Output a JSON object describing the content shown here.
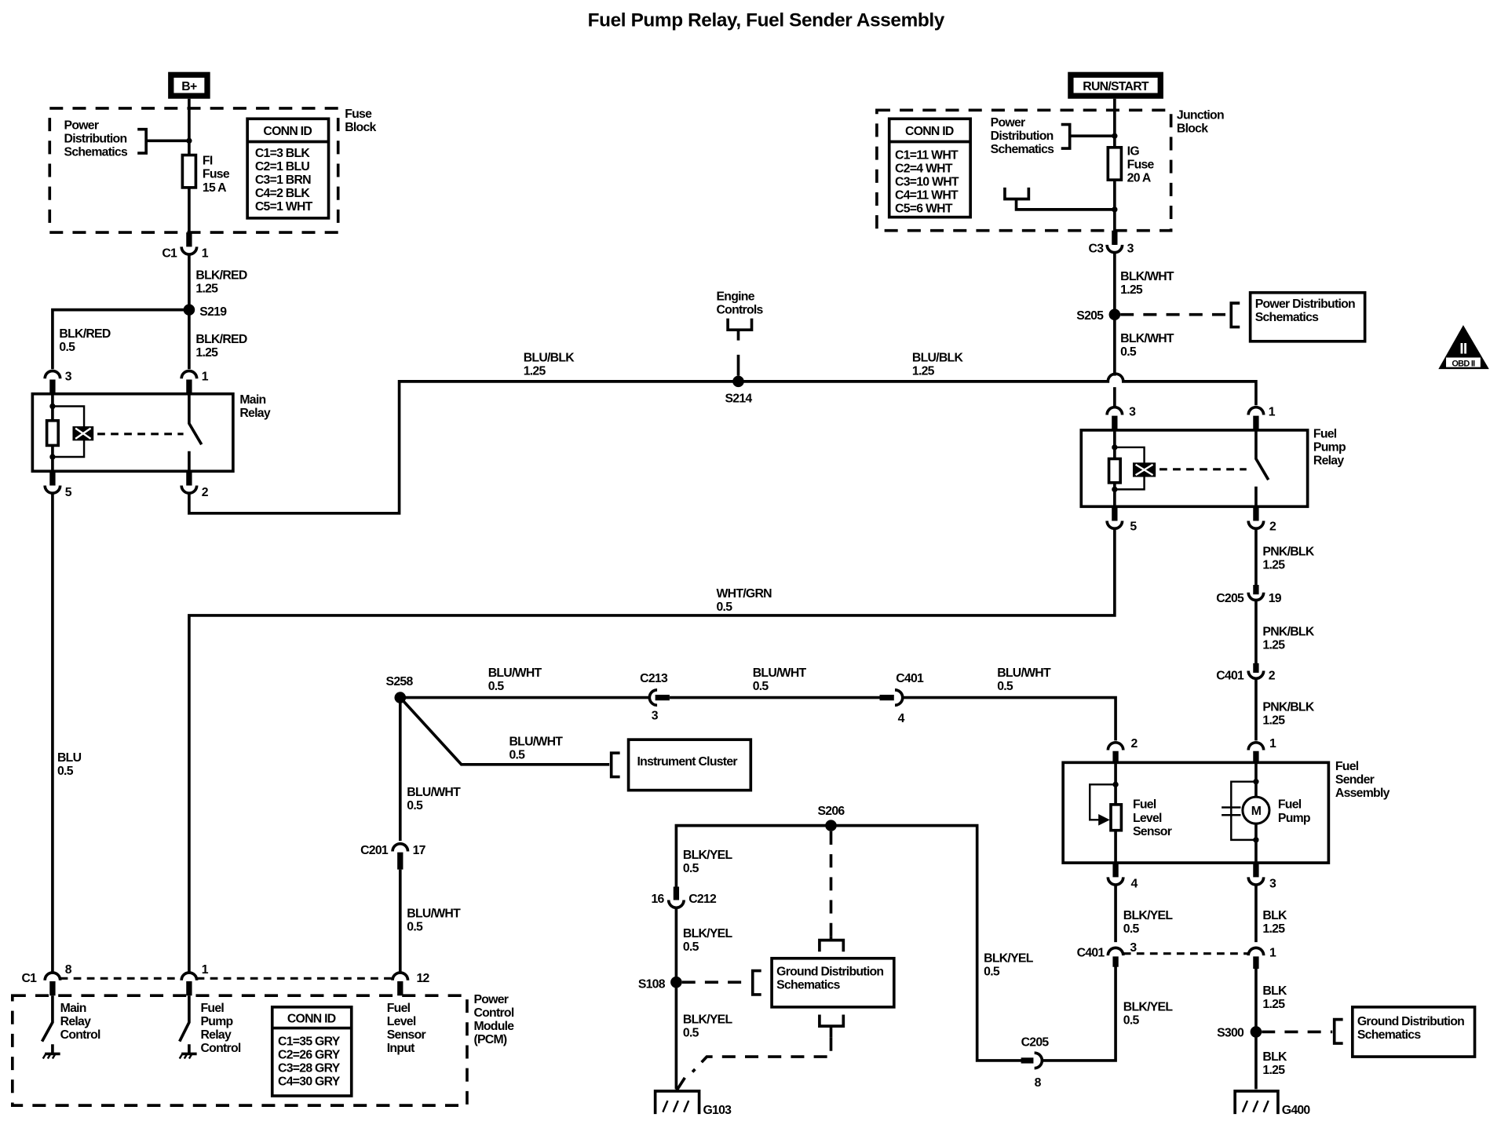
{
  "title": "Fuel Pump Relay, Fuel Sender Assembly",
  "power_sources": {
    "b_plus": "B+",
    "run_start": "RUN/START"
  },
  "fuse_block": {
    "label": [
      "Fuse",
      "Block"
    ],
    "power_dist": [
      "Power",
      "Distribution",
      "Schematics"
    ],
    "fuse": [
      "FI",
      "Fuse",
      "15 A"
    ],
    "conn_id_title": "CONN ID",
    "conn_ids": [
      "C1=3 BLK",
      "C2=1 BLU",
      "C3=1 BRN",
      "C4=2 BLK",
      "C5=1 WHT"
    ]
  },
  "junction_block": {
    "label": [
      "Junction",
      "Block"
    ],
    "power_dist": [
      "Power",
      "Distribution",
      "Schematics"
    ],
    "fuse": [
      "IG",
      "Fuse",
      "20 A"
    ],
    "conn_id_title": "CONN ID",
    "conn_ids": [
      "C1=11 WHT",
      "C2=4 WHT",
      "C3=10 WHT",
      "C4=11 WHT",
      "C5=6 WHT"
    ]
  },
  "pcm": {
    "label": [
      "Power",
      "Control",
      "Module",
      "(PCM)"
    ],
    "main_relay_control": [
      "Main",
      "Relay",
      "Control"
    ],
    "fuel_pump_relay_control": [
      "Fuel",
      "Pump",
      "Relay",
      "Control"
    ],
    "fuel_level_sensor_input": [
      "Fuel",
      "Level",
      "Sensor",
      "Input"
    ],
    "conn_id_title": "CONN ID",
    "conn_ids": [
      "C1=35 GRY",
      "C2=26 GRY",
      "C3=28 GRY",
      "C4=30 GRY"
    ]
  },
  "components": {
    "main_relay": [
      "Main",
      "Relay"
    ],
    "fuel_pump_relay": [
      "Fuel",
      "Pump",
      "Relay"
    ],
    "fuel_sender": [
      "Fuel",
      "Sender",
      "Assembly"
    ],
    "fuel_level_sensor": [
      "Fuel",
      "Level",
      "Sensor"
    ],
    "fuel_pump": [
      "Fuel",
      "Pump"
    ],
    "motor_symbol": "M",
    "instrument_cluster": "Instrument Cluster",
    "engine_controls": [
      "Engine",
      "Controls"
    ],
    "power_dist_box": [
      "Power Distribution",
      "Schematics"
    ],
    "ground_dist_box": [
      "Ground Distribution",
      "Schematics"
    ],
    "obd_badge": [
      "II",
      "OBD II"
    ]
  },
  "connectors": {
    "c1_top": {
      "name": "C1",
      "pin": "1"
    },
    "c3_top": {
      "name": "C3",
      "pin": "3"
    },
    "main_relay_pins": [
      "3",
      "1",
      "5",
      "2"
    ],
    "fp_relay_pins": [
      "3",
      "1",
      "5",
      "2"
    ],
    "c205_a": {
      "name": "C205",
      "pin": "19"
    },
    "c401_a": {
      "name": "C401",
      "pin": "2"
    },
    "c213": {
      "name": "C213",
      "pin": "3"
    },
    "c401_b": {
      "name": "C401",
      "pin": "4"
    },
    "sender_pins": [
      "2",
      "1",
      "4",
      "3"
    ],
    "c201": {
      "name": "C201",
      "pin": "17"
    },
    "c212": {
      "name": "C212",
      "pin": "16"
    },
    "c401_c": {
      "name": "C401",
      "pins": [
        "3",
        "1"
      ]
    },
    "c205_b": {
      "name": "C205",
      "pin": "8"
    },
    "pcm_c1": {
      "name": "C1",
      "pins": [
        "8",
        "1",
        "12"
      ]
    }
  },
  "splices": {
    "s219": "S219",
    "s205": "S205",
    "s214": "S214",
    "s258": "S258",
    "s206": "S206",
    "s108": "S108",
    "s300": "S300"
  },
  "grounds": {
    "g103": "G103",
    "g400": "G400"
  },
  "wires": {
    "blk_red_125": [
      "BLK/RED",
      "1.25"
    ],
    "blk_red_05": [
      "BLK/RED",
      "0.5"
    ],
    "blk_red_125b": [
      "BLK/RED",
      "1.25"
    ],
    "blu_blk_left": [
      "BLU/BLK",
      "1.25"
    ],
    "blu_blk_right": [
      "BLU/BLK",
      "1.25"
    ],
    "blk_wht_125": [
      "BLK/WHT",
      "1.25"
    ],
    "blk_wht_05": [
      "BLK/WHT",
      "0.5"
    ],
    "pnk_blk_1": [
      "PNK/BLK",
      "1.25"
    ],
    "pnk_blk_2": [
      "PNK/BLK",
      "1.25"
    ],
    "pnk_blk_3": [
      "PNK/BLK",
      "1.25"
    ],
    "wht_grn": [
      "WHT/GRN",
      "0.5"
    ],
    "blu": [
      "BLU",
      "0.5"
    ],
    "blu_wht_1": [
      "BLU/WHT",
      "0.5"
    ],
    "blu_wht_2": [
      "BLU/WHT",
      "0.5"
    ],
    "blu_wht_3": [
      "BLU/WHT",
      "0.5"
    ],
    "blu_wht_ic": [
      "BLU/WHT",
      "0.5"
    ],
    "blu_wht_v1": [
      "BLU/WHT",
      "0.5"
    ],
    "blu_wht_v2": [
      "BLU/WHT",
      "0.5"
    ],
    "blk_yel_1": [
      "BLK/YEL",
      "0.5"
    ],
    "blk_yel_2": [
      "BLK/YEL",
      "0.5"
    ],
    "blk_yel_3": [
      "BLK/YEL",
      "0.5"
    ],
    "blk_yel_4": [
      "BLK/YEL",
      "0.5"
    ],
    "blk_yel_5": [
      "BLK/YEL",
      "0.5"
    ],
    "blk_yel_6": [
      "BLK/YEL",
      "0.5"
    ],
    "blk_1": [
      "BLK",
      "1.25"
    ],
    "blk_2": [
      "BLK",
      "1.25"
    ],
    "blk_3": [
      "BLK",
      "1.25"
    ]
  }
}
